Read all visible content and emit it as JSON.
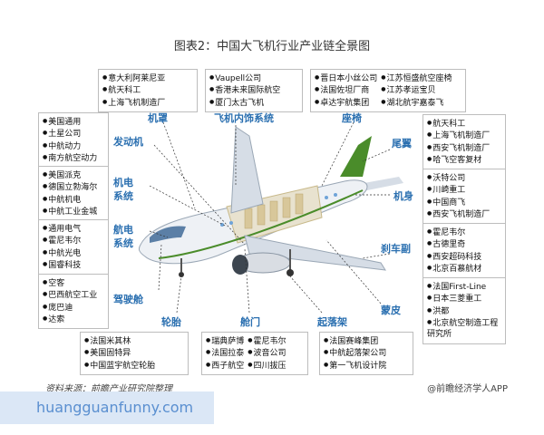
{
  "title": "图表2：中国大飞机行业产业链全景图",
  "source": "资料来源：前瞻产业研究院整理",
  "credit": "@前瞻经济学人APP",
  "watermark": "huangguanfunny.com",
  "labels": {
    "jizhao": "机罩",
    "neishi": "飞机内饰系统",
    "zuoyi": "座椅",
    "fadongji": "发动机",
    "weiyi": "尾翼",
    "jidian": "机电\n系统",
    "jishen": "机身",
    "hangdian": "航电\n系统",
    "shachemian": "刹车副",
    "jiashicang": "驾驶舱",
    "lunta": "轮胎",
    "cangmen": "舱门",
    "qiluojia": "起落架",
    "mengpi": "蒙皮"
  },
  "boxes": {
    "jizhao": [
      "意大利阿莱尼亚",
      "航天科工",
      "上海飞机制造厂"
    ],
    "neishi": [
      "Vaupell公司",
      "香港未来国际航空",
      "厦门太古飞机"
    ],
    "zuoyi_left": [
      "晋日本小丝公司",
      "法国佐坦厂商",
      "卓达宇航集团"
    ],
    "zuoyi_right": [
      "江苏恒盛航空座椅",
      "江苏孝运宝贝",
      "湖北航宇嘉泰飞"
    ],
    "fadongji": [
      "美国通用",
      "土星公司",
      "中航动力",
      "南方航空动力"
    ],
    "jidian": [
      "美国派克",
      "德国立勃海尔",
      "中航机电",
      "中航工业金城"
    ],
    "hangdian": [
      "通用电气",
      "霍尼韦尔",
      "中航光电",
      "国睿科技"
    ],
    "jiashicang": [
      "空客",
      "巴西航空工业",
      "庞巴迪",
      "达索"
    ],
    "weiyi": [
      "航天科工",
      "上海飞机制造厂",
      "西安飞机制造厂",
      "哈飞空客复材"
    ],
    "jishen": [
      "沃特公司",
      "川崎重工",
      "中国商飞",
      "西安飞机制造厂"
    ],
    "shache": [
      "霍尼韦尔",
      "古德里奇",
      "西安超码科技",
      "北京百慕航材"
    ],
    "mengpi": [
      "法国First-Line",
      "日本三菱重工",
      "洪都",
      "北京航空制造工程研究所"
    ],
    "lunta": [
      "法国米其林",
      "美国固特异",
      "中国蓝宇航空轮胎"
    ],
    "cangmen_left": [
      "瑞典萨博",
      "法国拉泰",
      "西子航空"
    ],
    "cangmen_right": [
      "霍尼韦尔",
      "波音公司",
      "四川拔压"
    ],
    "qiluojia": [
      "法国赛峰集团",
      "中航起落架公司",
      "第一飞机设计院"
    ]
  },
  "colors": {
    "label_blue": "#2a6fb0",
    "fuselage": "#eef1f5",
    "tail_green": "#4a8c2a",
    "window": "#6fa3d8"
  }
}
